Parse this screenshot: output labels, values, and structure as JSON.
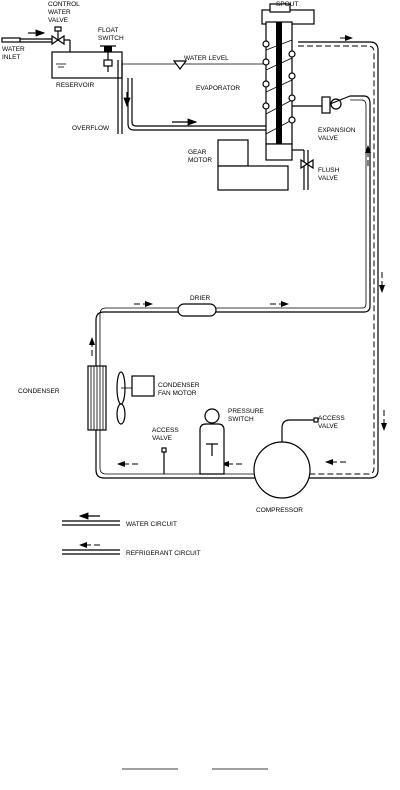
{
  "diagram": {
    "labels": {
      "control_water_valve": [
        "CONTROL",
        "WATER",
        "VALVE"
      ],
      "water_inlet": [
        "WATER",
        "INLET"
      ],
      "float_switch": [
        "FLOAT",
        "SWITCH"
      ],
      "reservoir": "RESERVOIR",
      "overflow": "OVERFLOW",
      "water_level": "WATER LEVEL",
      "spout": "SPOUT",
      "evaporator": "EVAPORATOR",
      "expansion_valve": [
        "EXPANSION",
        "VALVE"
      ],
      "gear_motor": [
        "GEAR",
        "MOTOR"
      ],
      "flush_valve": [
        "FLUSH",
        "VALVE"
      ],
      "drier": "DRIER",
      "condenser": "CONDENSER",
      "condenser_fan_motor": [
        "CONDENSER",
        "FAN MOTOR"
      ],
      "pressure_switch": [
        "PRESSURE",
        "SWITCH"
      ],
      "access_valve_left": [
        "ACCESS",
        "VALVE"
      ],
      "access_valve_right": [
        "ACCESS",
        "VALVE"
      ],
      "compressor": "COMPRESSOR"
    },
    "legend": {
      "water_circuit": "WATER CIRCUIT",
      "refrigerant_circuit": "REFRIGERANT CIRCUIT"
    }
  }
}
